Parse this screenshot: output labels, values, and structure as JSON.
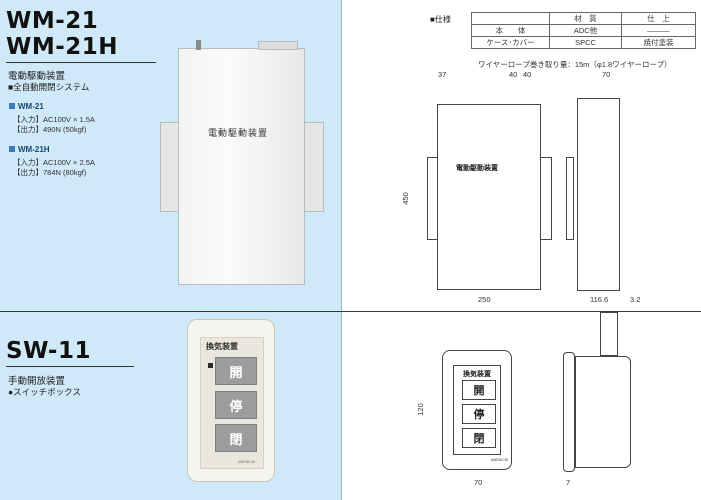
{
  "wm": {
    "model1": "WM-21",
    "model2": "WM-21H",
    "subtitle": "電動駆動装置",
    "system": "■全自動開閉システム",
    "spec1": {
      "name": "WM-21",
      "input": "【入力】AC100V × 1.5A",
      "output": "【出力】490N (50kgf)"
    },
    "spec2": {
      "name": "WM-21H",
      "input": "【入力】AC100V × 2.5A",
      "output": "【出力】784N (80kgf)"
    },
    "photo_label": "電動駆動装置"
  },
  "sw": {
    "model": "SW-11",
    "subtitle": "手動開放装置",
    "item": "●スイッチボックス",
    "photo": {
      "title": "換気装置",
      "btn_open": "開",
      "btn_stop": "停",
      "btn_close": "閉",
      "brand": "MARUICHI"
    }
  },
  "spec_table": {
    "label": "■仕様",
    "headers": [
      "",
      "材　質",
      "仕　上"
    ],
    "rows": [
      [
        "本　　体",
        "ADC他",
        "———"
      ],
      [
        "ケース･カバー",
        "SPCC",
        "焼付塗装"
      ]
    ]
  },
  "rope_note": "ワイヤーロープ巻き取り量：15m（φ1.8ワイヤーロープ）",
  "drawing_wm": {
    "label": "電動駆動装置",
    "dim_37": "37",
    "dim_40a": "40",
    "dim_40b": "40",
    "dim_70": "70",
    "dim_450": "450",
    "dim_250": "250",
    "dim_1166": "116.6",
    "dim_32": "3.2"
  },
  "drawing_sw": {
    "title": "換気装置",
    "btn_open": "開",
    "btn_stop": "停",
    "btn_close": "閉",
    "brand": "MARUICHI",
    "dim_120": "120",
    "dim_70": "70",
    "dim_7": "7"
  }
}
